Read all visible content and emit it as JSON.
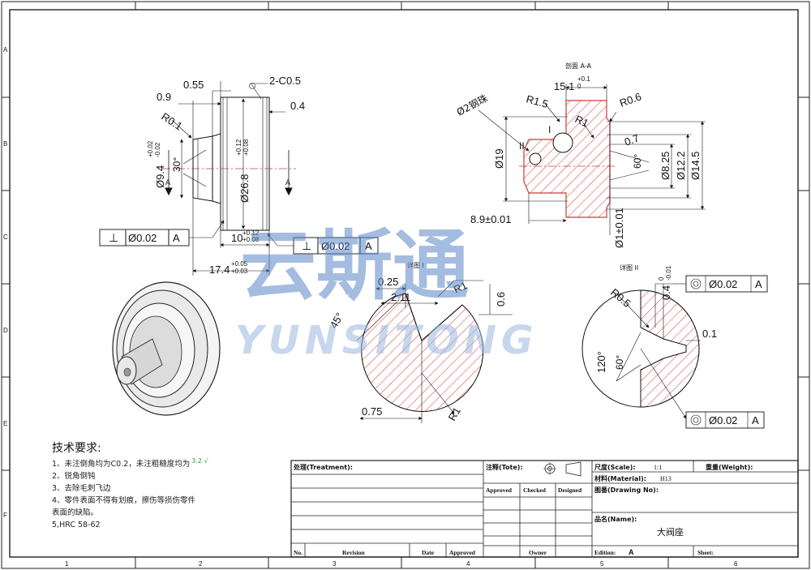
{
  "frame": {
    "col_labels": [
      "1",
      "2",
      "3",
      "4",
      "5",
      "6"
    ],
    "row_labels": [
      "A",
      "B",
      "C",
      "D",
      "E",
      "F"
    ]
  },
  "watermark": {
    "cn": "云斯通",
    "en": "YUNSITONG"
  },
  "views": {
    "front": {
      "dims": {
        "d0_9": "0.9",
        "d0_55": "0.55",
        "chamfer": "2-C0.5",
        "r0_1": "R0.1",
        "d0_4": "0.4",
        "dia94": "Ø9.4",
        "dia94_tol_up": "+0.02",
        "dia94_tol_dn": "-0.02",
        "angle30": "30°",
        "dia268": "Ø26.8",
        "dia268_tol_up": "+0.12",
        "dia268_tol_dn": "+0.08",
        "len10": "10",
        "len10_tol_up": "+0.12",
        "len10_tol_dn": "+0.08",
        "len174": "17.4",
        "len174_tol_up": "+0.05",
        "len174_tol_dn": "+0.03",
        "section_mark": "A"
      },
      "gdt_left": {
        "symbol": "⊥",
        "value": "Ø0.02",
        "datum": "A"
      },
      "gdt_right": {
        "symbol": "⊥",
        "value": "Ø0.02",
        "datum": "A"
      }
    },
    "section": {
      "title": "剖面 A-A",
      "dims": {
        "len151": "15.1",
        "len151_tol_up": "+0.1",
        "len151_tol_dn": "0",
        "r15": "R1.5",
        "r1": "R1",
        "r06": "R0.6",
        "ball": "Ø2钢珠",
        "mark1": "I",
        "mark2": "II",
        "dia19": "Ø19",
        "d07": "0.7",
        "angle60": "60°",
        "dia825": "Ø8.25",
        "dia122": "Ø12.2",
        "dia145": "Ø14.5",
        "len89": "8.9±0.01",
        "dia1": "Ø1±0.01"
      }
    },
    "detail1": {
      "title": "详图 I",
      "dims": {
        "d025": "0.25",
        "d211": "2.11",
        "r1a": "R1",
        "d06": "0.6",
        "a45": "45°",
        "d075": "0.75",
        "r1b": "R1"
      }
    },
    "detail2": {
      "title": "详图 II",
      "dims": {
        "r05": "R0.5",
        "d04": "0.4",
        "d04_tol_up": "0",
        "d04_tol_dn": "-0.01",
        "d01": "0.1",
        "a120": "120°",
        "a60": "60°"
      },
      "gdt_top": {
        "value": "Ø0.02",
        "datum": "A"
      },
      "gdt_bottom": {
        "value": "Ø0.02",
        "datum": "A"
      }
    }
  },
  "notes": {
    "title": "技术要求:",
    "items": [
      "1、未注倒角均为C0.2，未注粗糙度均为",
      "2、锐角倒钝",
      "3、去除毛刺飞边",
      "4、零件表面不得有划痕，擦伤等损伤零件",
      "表面的缺陷。",
      "5,HRC 58-62"
    ],
    "roughness_mark": "3.2"
  },
  "title_block": {
    "treatment": "处理(Treatment):",
    "note": "注释(Tote):",
    "scale_label": "尺度(Scale):",
    "scale_value": "1:1",
    "weight_label": "重量(Weight):",
    "material_label": "材料(Material):",
    "material_value": "H13",
    "approved": "Approved",
    "checked": "Checked",
    "designed": "Designed",
    "drawing_no": "图番(Drawing No):",
    "name_label": "品名(Name):",
    "name_value": "大阀座",
    "no": "No.",
    "revision": "Revision",
    "date": "Date",
    "approved2": "Approved",
    "owner": "Owner",
    "edition_label": "Edition:",
    "edition_value": "A",
    "sheet": "Sheet:"
  }
}
